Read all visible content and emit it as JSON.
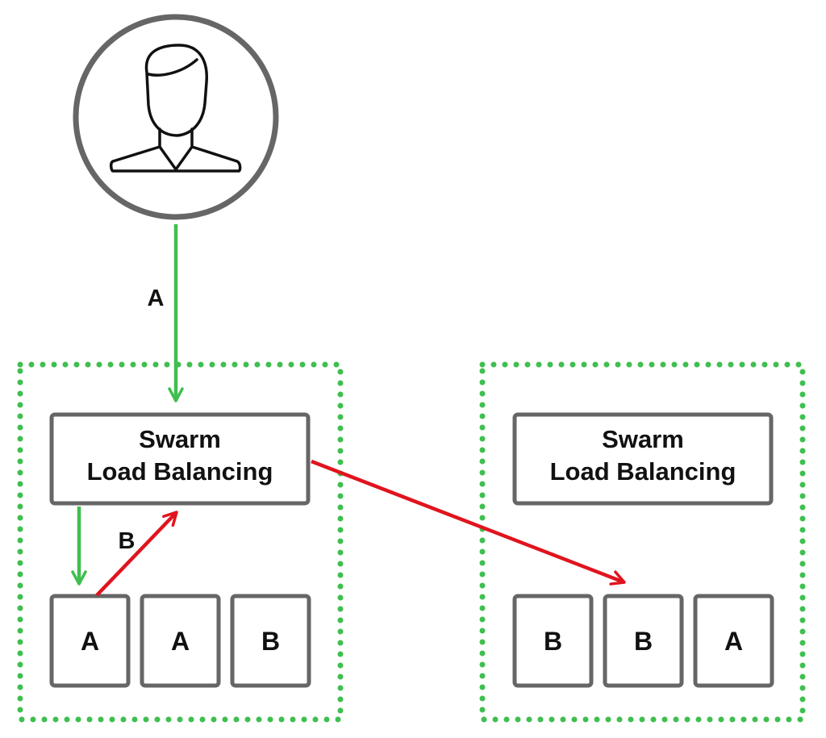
{
  "colors": {
    "outline": "#666666",
    "cluster": "#3fbf4f",
    "flow_ok": "#3fbf4f",
    "flow_redirect": "#e0141e",
    "text": "#111111"
  },
  "user": {
    "icon": "user-icon"
  },
  "edges": {
    "user_to_lb_label": "A",
    "internal_redirect_label": "B"
  },
  "nodes": [
    {
      "lb_line1": "Swarm",
      "lb_line2": "Load Balancing",
      "containers": [
        "A",
        "A",
        "B"
      ]
    },
    {
      "lb_line1": "Swarm",
      "lb_line2": "Load Balancing",
      "containers": [
        "B",
        "B",
        "A"
      ]
    }
  ]
}
